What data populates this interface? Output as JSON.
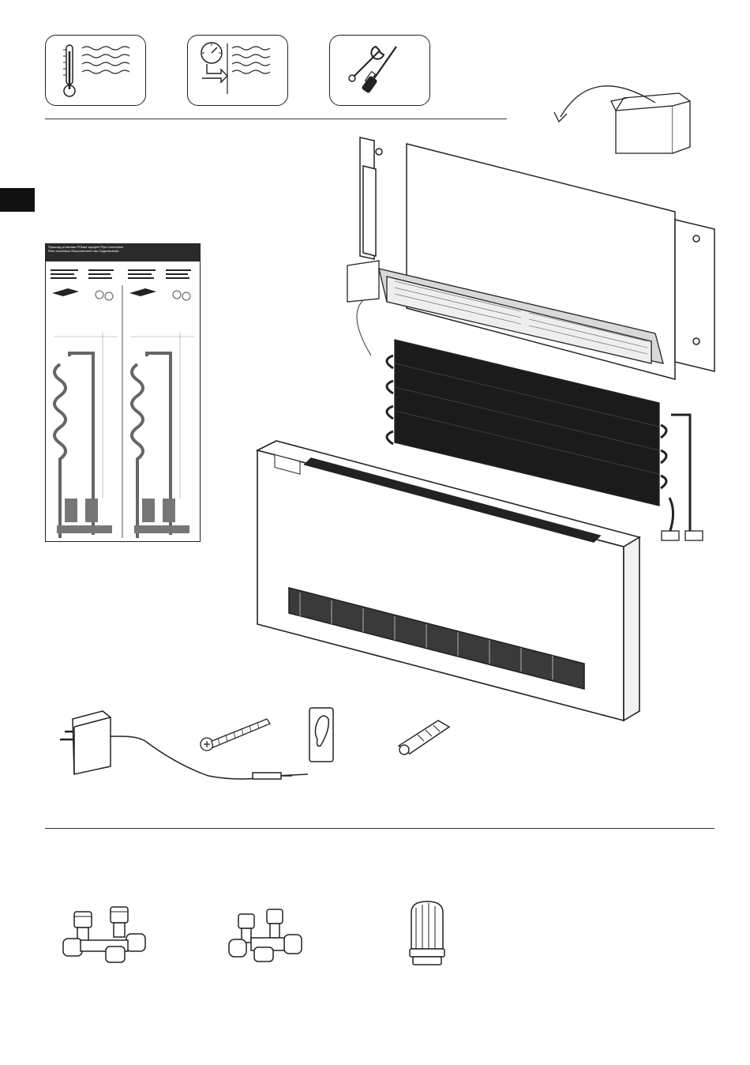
{
  "icons": {
    "hot_water": "thermometer-waves-icon",
    "pressure_water": "gauge-waves-icon",
    "tools": "wrench-screwdriver-icon",
    "unpack": "open-box-arrow-icon"
  },
  "sheet": {
    "header_lines": [
      "Приклад установки  Příklad zapojení  Pipe connection",
      "Rohr-Anschluss  Raccordement eau  Подключение"
    ]
  },
  "product_parts": [
    "back-frame",
    "fan-motor-assembly",
    "heat-exchanger-coil",
    "front-cover"
  ],
  "accessories": [
    "power-adapter",
    "screw",
    "wall-bracket",
    "wall-plug"
  ],
  "optional_parts": [
    "h-valve-block-straight",
    "h-valve-block-angled",
    "thermostatic-head"
  ],
  "colors": {
    "line": "#222222",
    "coil": "#1b1b1b",
    "fill": "#ffffff"
  }
}
